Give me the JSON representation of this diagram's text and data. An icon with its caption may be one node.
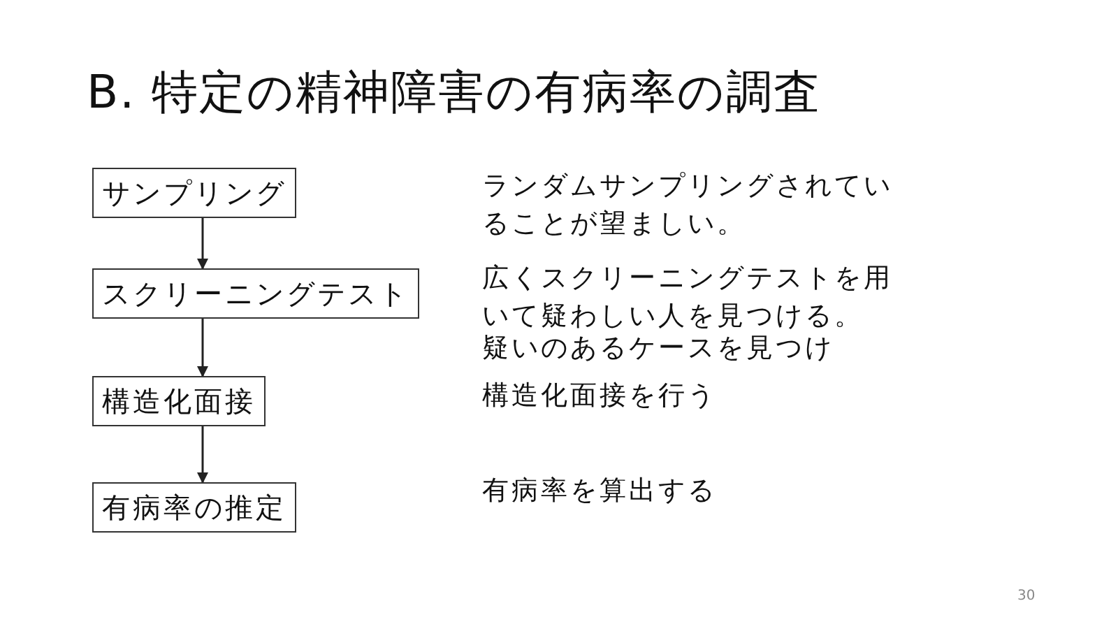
{
  "diagram": {
    "title": "B. 特定の精神障害の有病率の調査",
    "nodes": [
      {
        "text": [
          "サンプリング"
        ]
      },
      {
        "text": [
          "スクリーニングテスト"
        ]
      },
      {
        "text": [
          "構造化面接"
        ]
      },
      {
        "text": [
          "有病率の推定"
        ]
      }
    ],
    "edges": [
      {
        "from": 0,
        "to": 1,
        "arrow": "to"
      },
      {
        "from": 1,
        "to": 2,
        "arrow": "to"
      },
      {
        "from": 2,
        "to": 3,
        "arrow": "to"
      }
    ],
    "labels": [
      "ランダムサンプリングされていることが望ましい。",
      "広くスクリーニングテストを用いて疑わしい人を見つける。",
      "疑いのあるケースを見つけ",
      "構造化面接を行う",
      "有病率を算出する",
      "30"
    ]
  }
}
